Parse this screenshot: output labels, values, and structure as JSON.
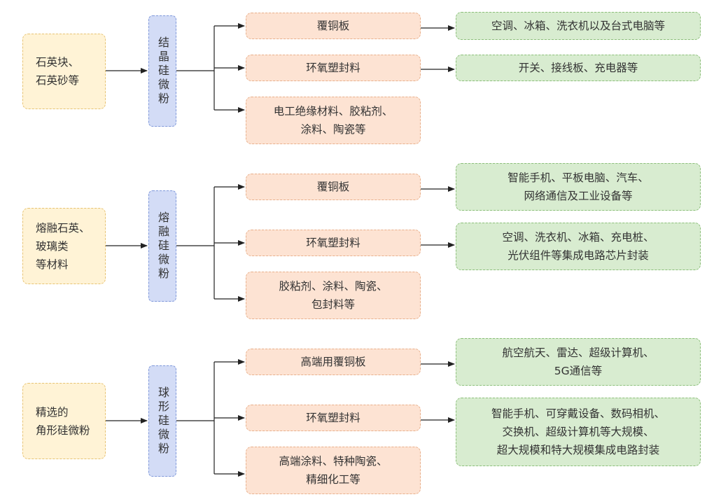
{
  "groups": [
    {
      "source": "石英块、\n石英砂等",
      "powder": "结晶硅微粉",
      "uses": [
        "覆铜板",
        "环氧塑封料",
        "电工绝缘材料、胶粘剂、\n涂料、陶瓷等"
      ],
      "apps": [
        "空调、冰箱、洗衣机以及台式电脑等",
        "开关、接线板、充电器等"
      ]
    },
    {
      "source": "熔融石英、\n玻璃类\n等材料",
      "powder": "熔融硅微粉",
      "uses": [
        "覆铜板",
        "环氧塑封料",
        "胶粘剂、涂料、陶瓷、\n包封料等"
      ],
      "apps": [
        "智能手机、平板电脑、汽车、\n网络通信及工业设备等",
        "空调、洗衣机、冰箱、充电桩、\n光伏组件等集成电路芯片封装"
      ]
    },
    {
      "source": "精选的\n角形硅微粉",
      "powder": "球形硅微粉",
      "uses": [
        "高端用覆铜板",
        "环氧塑封料",
        "高端涂料、特种陶瓷、\n精细化工等"
      ],
      "apps": [
        "航空航天、雷达、超级计算机、\n5G通信等",
        "智能手机、可穿戴设备、数码相机、\n交换机、超级计算机等大规模、\n超大规模和特大规模集成电路封装"
      ]
    }
  ]
}
